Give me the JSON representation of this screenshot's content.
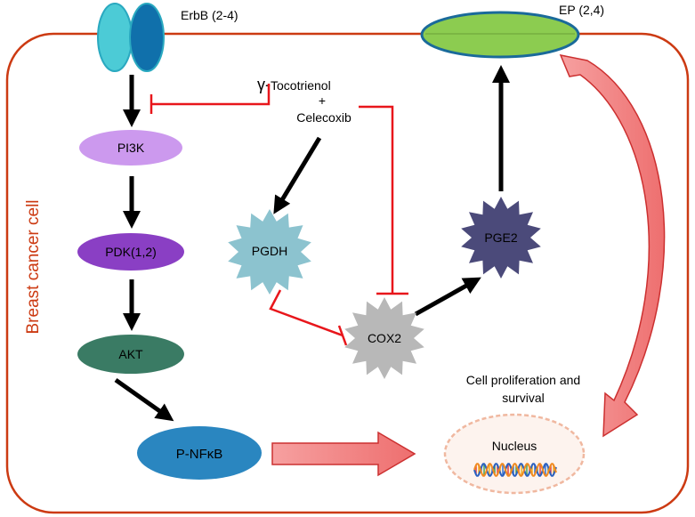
{
  "receptors": {
    "erbb": "ErbB (2-4)",
    "ep": "EP (2,4)"
  },
  "cell_label": "Breast cancer cell",
  "drug": {
    "line1": "Tocotrienol",
    "gamma": "γ-",
    "plus": "+",
    "line3": "Celecoxib"
  },
  "nodes": {
    "pi3k": "PI3K",
    "pdk": "PDK(1,2)",
    "akt": "AKT",
    "pnfkb": "P-NFκB",
    "pgdh": "PGDH",
    "cox2": "COX2",
    "pge2": "PGE2",
    "nucleus": "Nucleus"
  },
  "outcome": {
    "line1": "Cell proliferation and",
    "line2": "survival"
  },
  "colors": {
    "membrane": "#cc3a12",
    "inhibit": "#e8161b",
    "pi3k": "#cc99ee",
    "pdk": "#8a3fc4",
    "akt": "#3a7b64",
    "pnfkb": "#2a86c0",
    "pgdh": "#8cc3cf",
    "cox2": "#b8b8b8",
    "pge2": "#4b4a7a",
    "ep": "#8ccc50",
    "erbb_light": "#48c8d4",
    "erbb_dark": "#0f6faa",
    "big_arrow": "#f28080"
  }
}
